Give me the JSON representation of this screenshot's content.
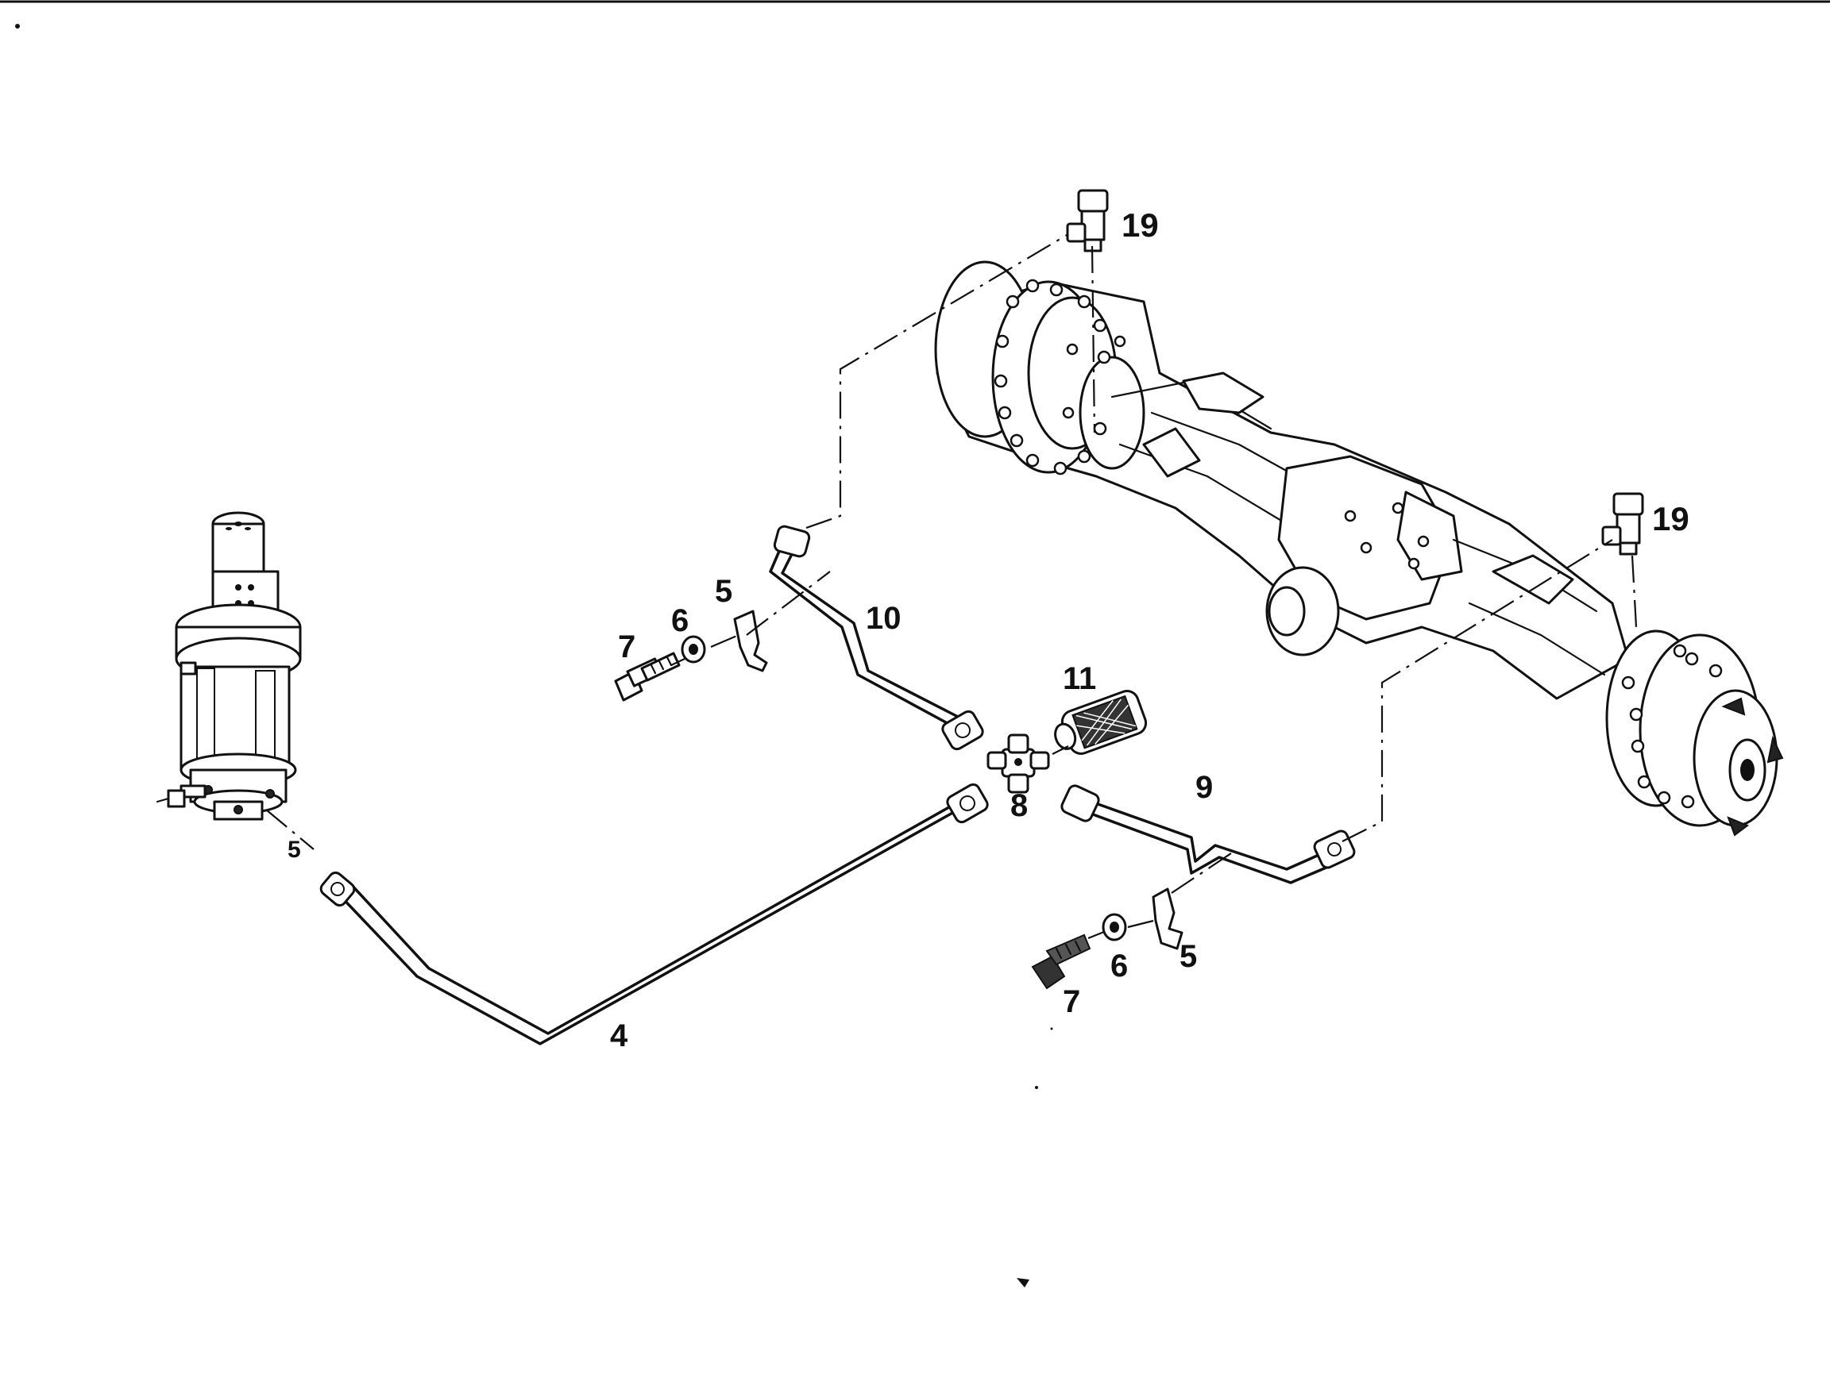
{
  "callouts": {
    "n19_top": "19",
    "n19_right": "19",
    "n11": "11",
    "n10": "10",
    "n9": "9",
    "n8": "8",
    "n7_left": "7",
    "n7_bottom": "7",
    "n6_left": "6",
    "n6_bottom": "6",
    "n5_upper": "5",
    "n5_lower": "5",
    "n5_left": "5",
    "n4": "4"
  }
}
